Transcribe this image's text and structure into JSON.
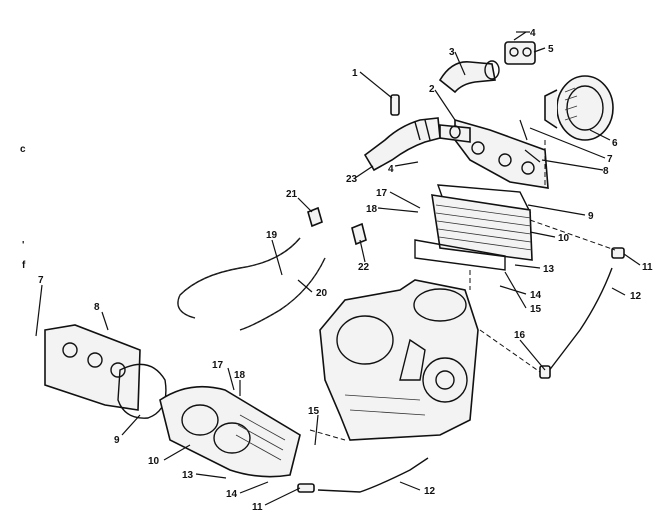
{
  "labels": {
    "l1": "1",
    "l2": "2",
    "l3": "3",
    "l4a": "4",
    "l4b": "4",
    "l5": "5",
    "l6": "6",
    "l7a": "7",
    "l7b": "7",
    "l8a": "8",
    "l8b": "8",
    "l9a": "9",
    "l9b": "9",
    "l10a": "10",
    "l10b": "10",
    "l11a": "11",
    "l11b": "11",
    "l12a": "12",
    "l12b": "12",
    "l13a": "13",
    "l13b": "13",
    "l14a": "14",
    "l14b": "14",
    "l15a": "15",
    "l15b": "15",
    "l16": "16",
    "l17a": "17",
    "l17b": "17",
    "l18a": "18",
    "l18b": "18",
    "l19": "19",
    "l20": "20",
    "l21": "21",
    "l22": "22",
    "l23": "23"
  }
}
